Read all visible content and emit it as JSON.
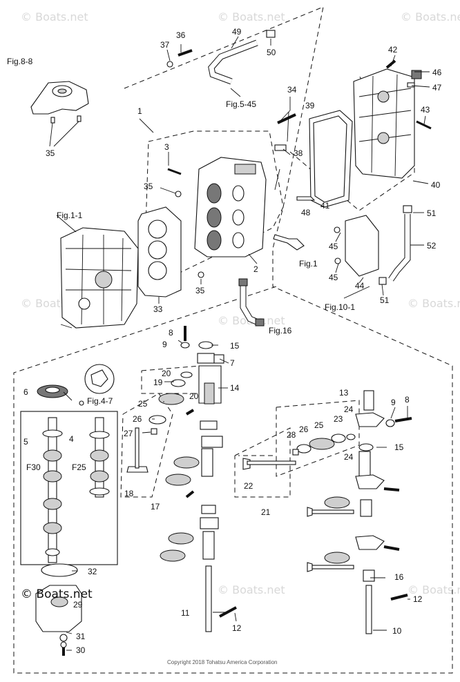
{
  "watermark": "© Boats.net",
  "brand_logo": "© Boats.net",
  "copyright": "Copyright 2018 Tohatsu America Corporation",
  "callouts": [
    "1",
    "2",
    "3",
    "4",
    "5",
    "6",
    "7",
    "8",
    "9",
    "10",
    "11",
    "12",
    "13",
    "14",
    "15",
    "16",
    "20",
    "21",
    "22",
    "23",
    "24",
    "25",
    "26",
    "27",
    "28",
    "29",
    "30",
    "31",
    "32",
    "33",
    "34",
    "35",
    "36",
    "37",
    "38",
    "39",
    "40",
    "41",
    "42",
    "43",
    "44",
    "45",
    "46",
    "47",
    "48",
    "49",
    "50",
    "51",
    "52",
    "17",
    "18",
    "19",
    "F30",
    "F25"
  ],
  "references": [
    "Fig.8-8",
    "Fig.5-45",
    "Fig.1-1",
    "Fig.1",
    "Fig.16",
    "Fig.4-7",
    "Fig.10-1"
  ]
}
